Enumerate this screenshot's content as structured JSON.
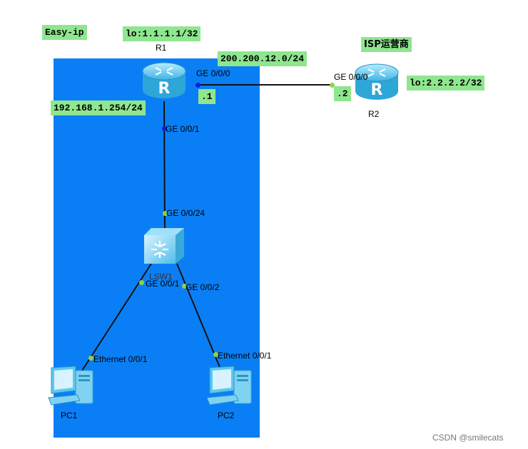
{
  "labels": {
    "title_tag": "Easy-ip",
    "r1_loopback": "lo:1.1.1.1/32",
    "r2_loopback": "lo:2.2.2.2/32",
    "wan_subnet": "200.200.12.0/24",
    "r1_wan_host": ".1",
    "r2_wan_host": ".2",
    "lan_gateway": "192.168.1.254/24",
    "isp_label": "ISP运营商"
  },
  "devices": {
    "r1": "R1",
    "r2": "R2",
    "lsw1": "LSW1",
    "pc1": "PC1",
    "pc2": "PC2"
  },
  "interfaces": {
    "r1_g000": "GE 0/0/0",
    "r2_g000": "GE 0/0/0",
    "r1_g001": "GE 0/0/1",
    "lsw1_g0024": "GE 0/0/24",
    "lsw1_g001": "GE 0/0/1",
    "lsw1_g002": "GE 0/0/2",
    "pc1_eth": "Ethernet 0/0/1",
    "pc2_eth": "Ethernet 0/0/1"
  },
  "watermark": "CSDN @smilecats",
  "colors": {
    "area_blue": "#0a7ff5",
    "label_green": "#8ee68e",
    "device_cyan": "#5ec8f0",
    "dot_blue": "#1a1adb",
    "dot_green": "#8fd14f"
  }
}
